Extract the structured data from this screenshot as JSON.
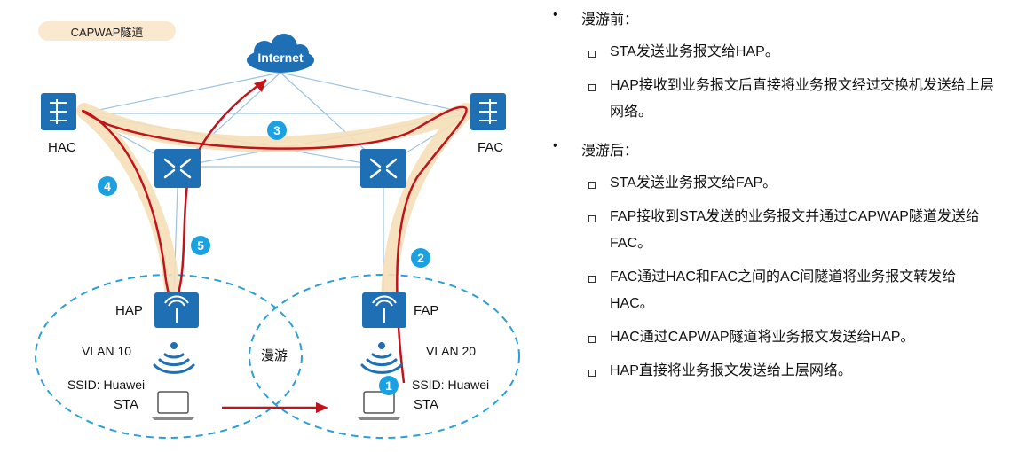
{
  "diagram": {
    "legend_label": "CAPWAP隧道",
    "internet_label": "Internet",
    "hac_label": "HAC",
    "fac_label": "FAC",
    "hap_label": "HAP",
    "fap_label": "FAP",
    "vlan_left": "VLAN 10",
    "vlan_right": "VLAN 20",
    "ssid_left": "SSID: Huawei",
    "ssid_right": "SSID: Huawei",
    "sta_left": "STA",
    "sta_right": "STA",
    "roaming_label": "漫游",
    "steps": [
      "1",
      "2",
      "3",
      "4",
      "5"
    ],
    "colors": {
      "tunnel": "#f6dfb8",
      "path": "#c0141c",
      "device": "#1f6fb5",
      "step_badge": "#1ba1e2",
      "cell_border": "#2a9fd8",
      "links": "#9cc3e0"
    }
  },
  "text": {
    "before_heading": "漫游前：",
    "before_items": [
      "STA发送业务报文给HAP。",
      "HAP接收到业务报文后直接将业务报文经过交换机发送给上层网络。"
    ],
    "after_heading": "漫游后：",
    "after_items": [
      "STA发送业务报文给FAP。",
      "FAP接收到STA发送的业务报文并通过CAPWAP隧道发送给FAC。",
      "FAC通过HAC和FAC之间的AC间隧道将业务报文转发给HAC。",
      "HAC通过CAPWAP隧道将业务报文发送给HAP。",
      "HAP直接将业务报文发送给上层网络。"
    ],
    "bullet_glyph": "•"
  }
}
